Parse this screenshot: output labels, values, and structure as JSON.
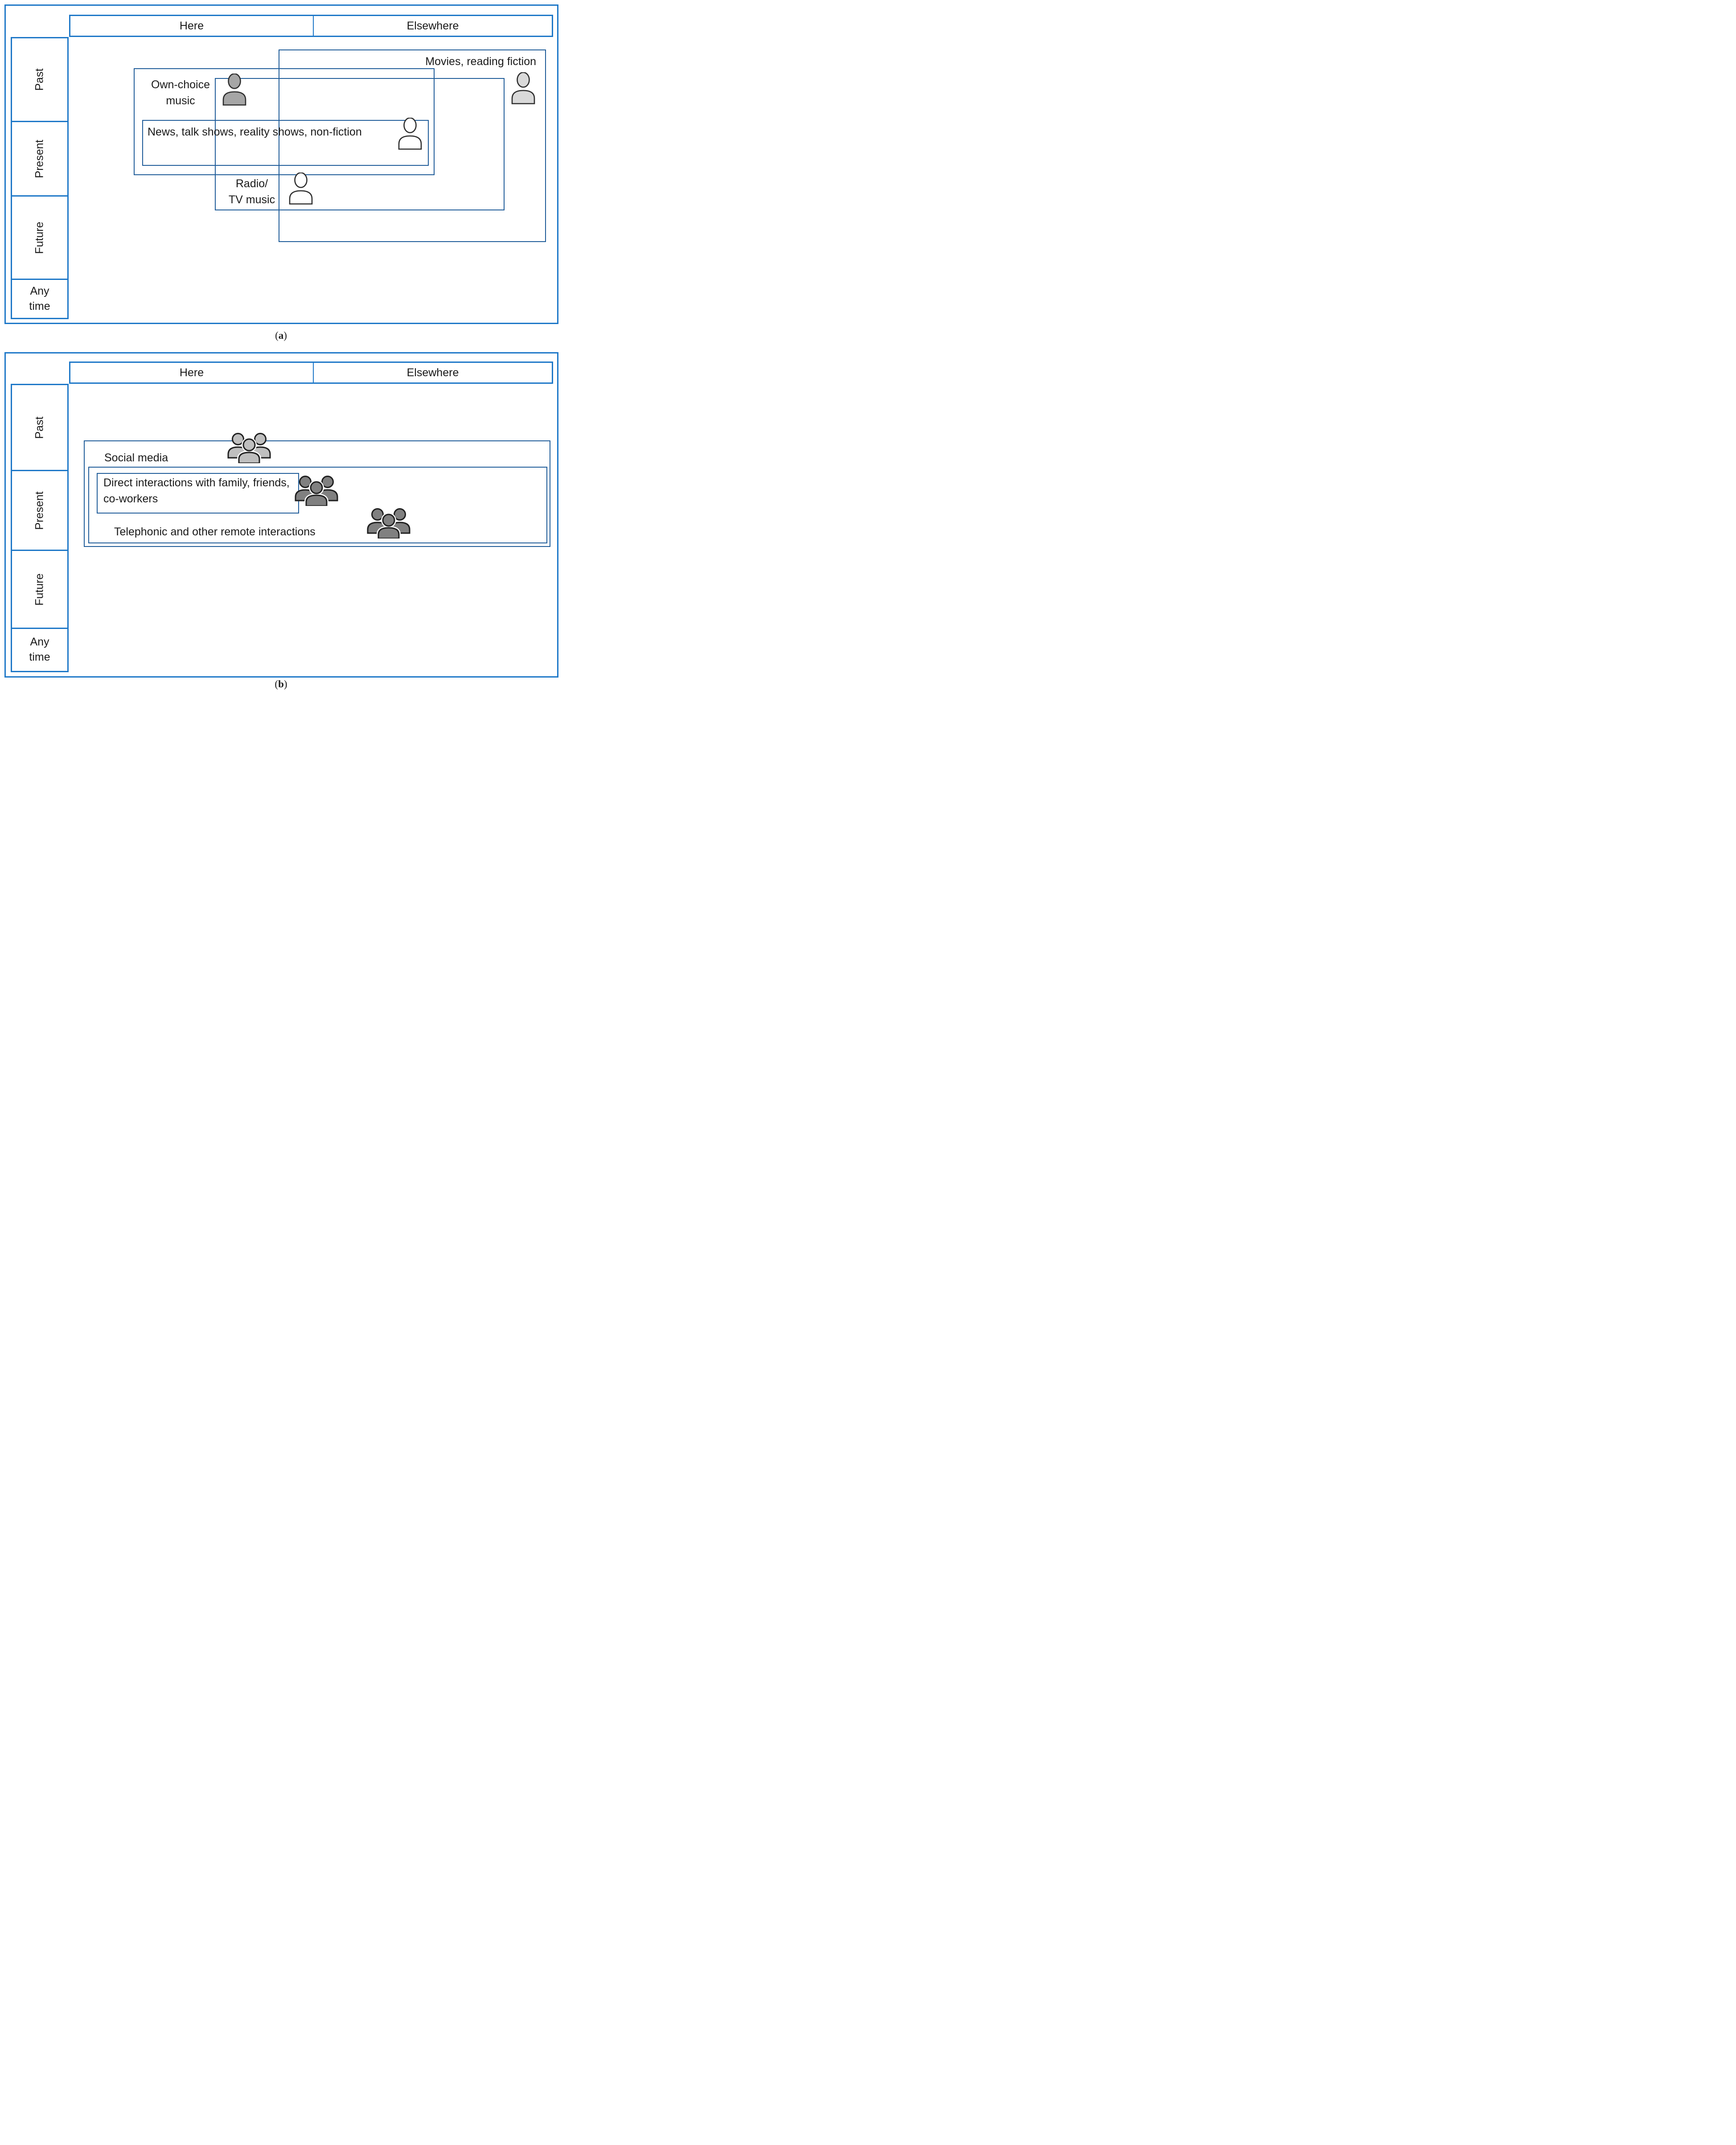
{
  "colors": {
    "table_border": "#1e78c8",
    "content_box_border": "#1f5c99",
    "person_medium_gray": "#a6a6a6",
    "person_light_gray": "#d9d9d9",
    "person_white": "#ffffff",
    "group_light_gray": "#bfbfbf",
    "group_dark_gray": "#808080"
  },
  "panels": [
    {
      "caption": {
        "open": "(",
        "letter": "a",
        "close": ")"
      },
      "columns": [
        "Here",
        "Elsewhere"
      ],
      "rows": [
        "Past",
        "Present",
        "Future",
        "Any time"
      ],
      "boxes": {
        "movies": {
          "label": "Movies, reading fiction"
        },
        "own_choice": {
          "label": "Own-choice\nmusic"
        },
        "news": {
          "label": "News, talk shows, reality shows, non-fiction"
        },
        "radio": {
          "label": "Radio/\nTV music"
        }
      },
      "icons": [
        {
          "name": "person-icon",
          "variant": "medium-gray",
          "near": "Own-choice music"
        },
        {
          "name": "person-icon",
          "variant": "white",
          "near": "News, talk shows, reality shows, non-fiction"
        },
        {
          "name": "person-icon",
          "variant": "white",
          "near": "Radio/ TV music"
        },
        {
          "name": "person-icon",
          "variant": "light-gray",
          "near": "Movies, reading fiction"
        }
      ]
    },
    {
      "caption": {
        "open": "(",
        "letter": "b",
        "close": ")"
      },
      "columns": [
        "Here",
        "Elsewhere"
      ],
      "rows": [
        "Past",
        "Present",
        "Future",
        "Any time"
      ],
      "boxes": {
        "social": {
          "label": "Social media"
        },
        "direct": {
          "label": "Direct interactions with family, friends, co-workers"
        },
        "telephonic": {
          "label": "Telephonic and other remote interactions"
        }
      },
      "icons": [
        {
          "name": "people-group-icon",
          "variant": "light-gray",
          "near": "Social media"
        },
        {
          "name": "people-group-icon",
          "variant": "dark-gray",
          "near": "Direct interactions with family, friends, co-workers"
        },
        {
          "name": "people-group-icon",
          "variant": "dark-gray",
          "near": "Telephonic and other remote interactions"
        }
      ]
    }
  ]
}
